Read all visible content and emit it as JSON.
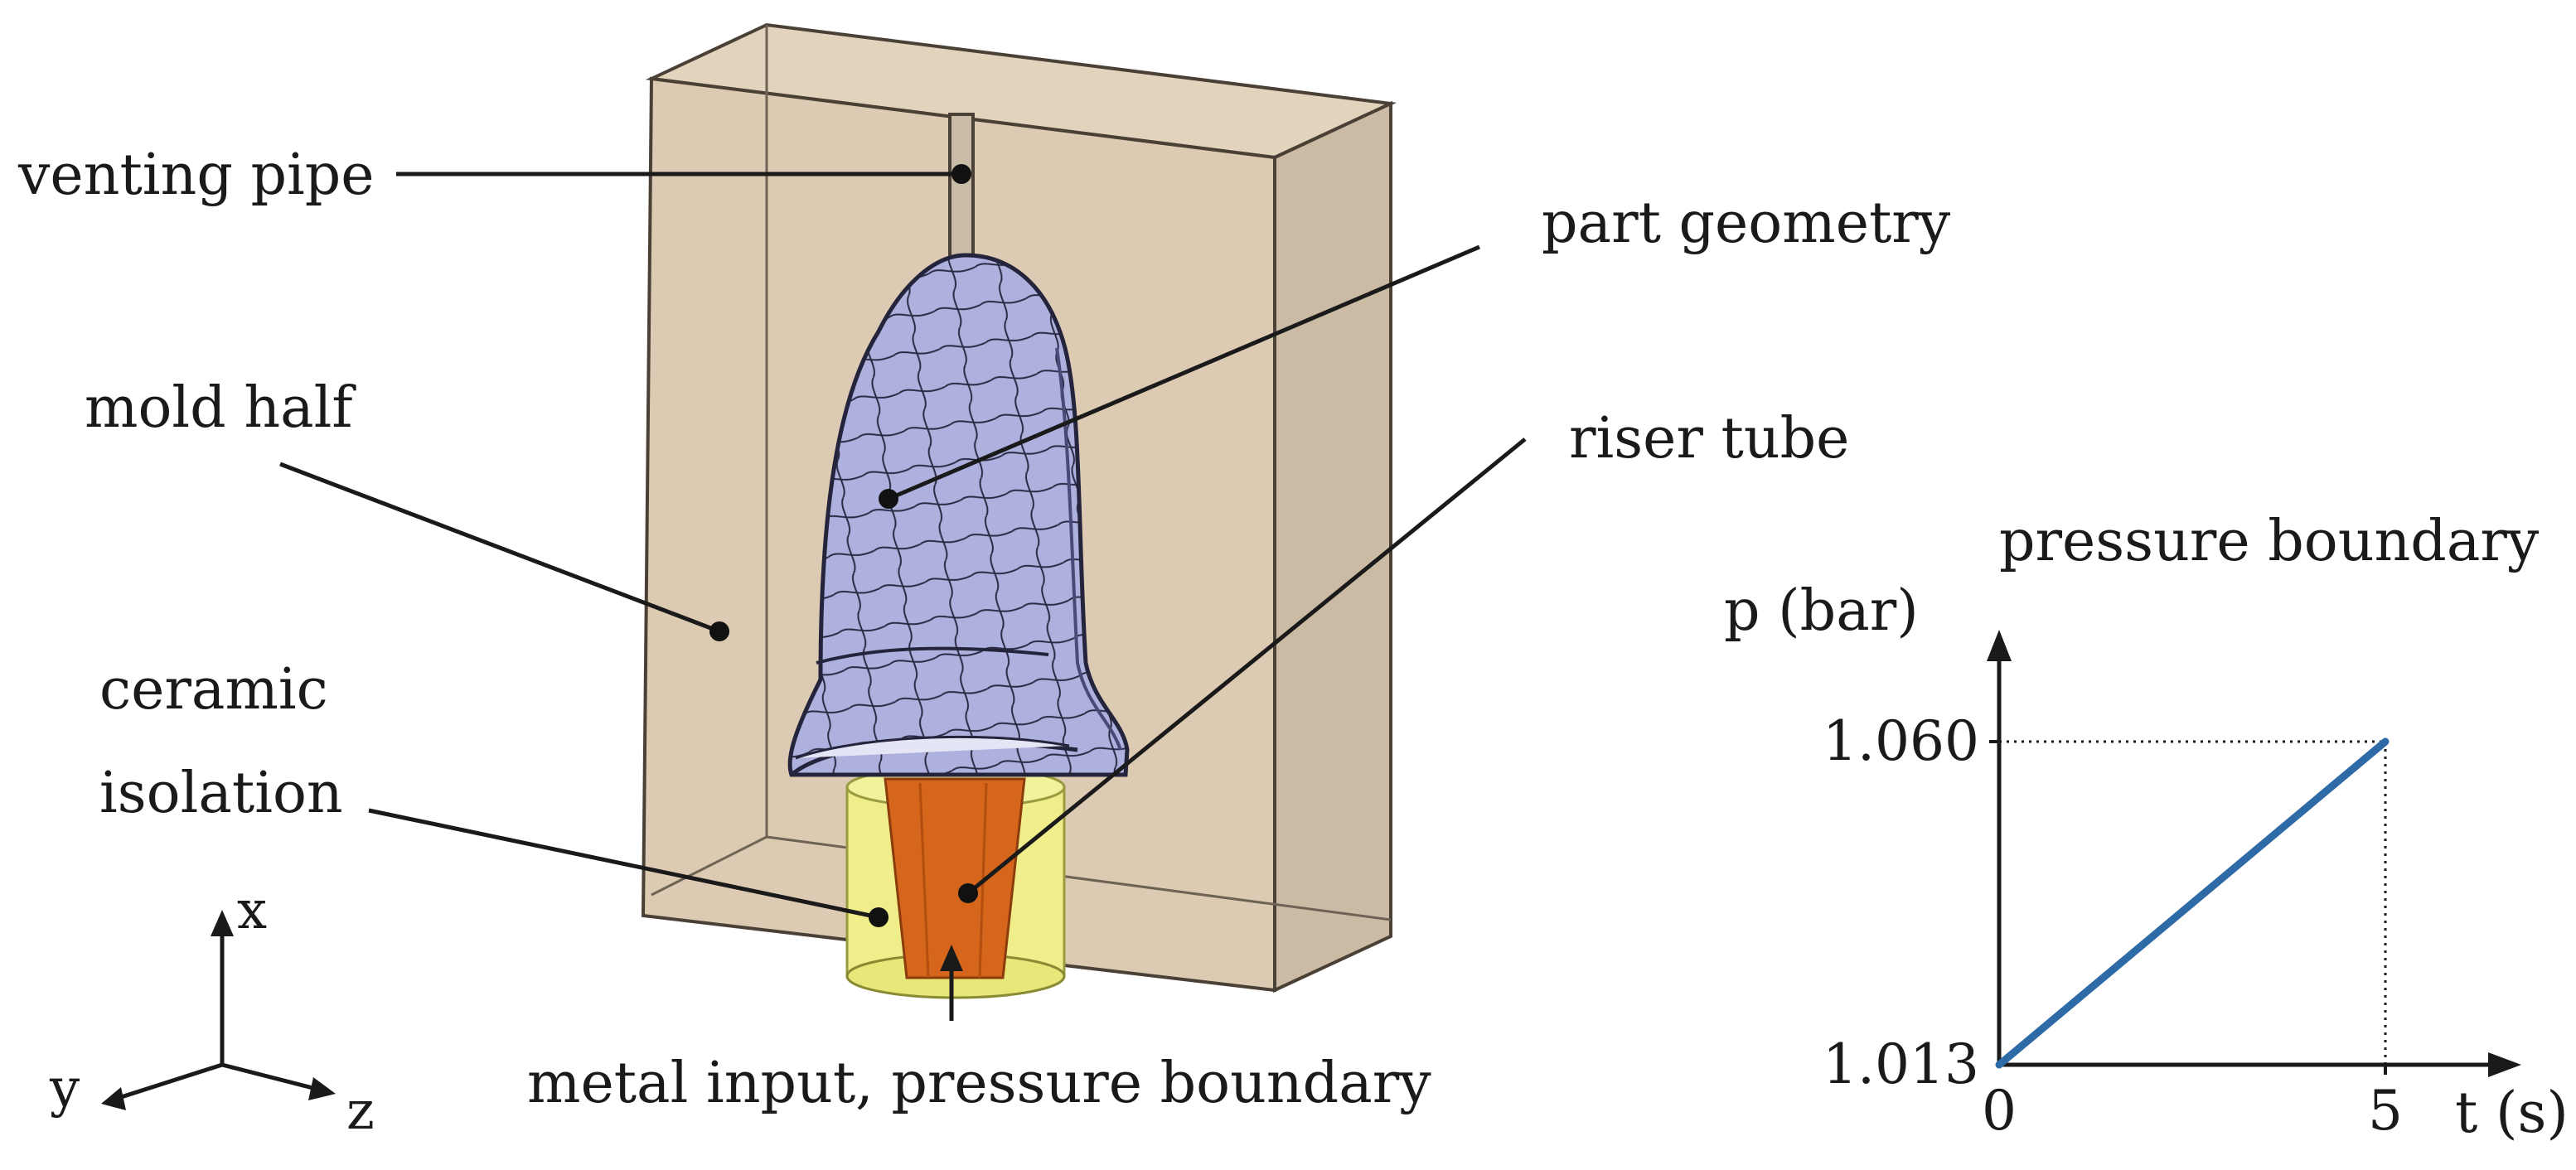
{
  "figure": {
    "labels": {
      "venting_pipe": "venting pipe",
      "part_geometry": "part geometry",
      "mold_half": "mold half",
      "riser_tube": "riser tube",
      "ceramic_line1": "ceramic",
      "ceramic_line2": "isolation",
      "metal_input": "metal input, pressure boundary"
    },
    "axes_triad": {
      "x": "x",
      "y": "y",
      "z": "z"
    },
    "colors": {
      "mold": "#dccab2",
      "mold_side": "#cbbba4",
      "part": "#aeb1dd",
      "part_mesh": "#2a2a44",
      "riser": "#d6661c",
      "ceramic": "#efee8a",
      "line": "#1a1a1a",
      "series": "#2e6aa6"
    }
  },
  "chart_data": {
    "type": "line",
    "title": "pressure boundary",
    "ylabel": "p (bar)",
    "xlabel": "t (s)",
    "xlim": [
      0,
      5
    ],
    "ylim": [
      1.013,
      1.06
    ],
    "x_tick_labels": [
      "0",
      "5"
    ],
    "y_tick_labels": [
      "1.013",
      "1.060"
    ],
    "series": [
      {
        "x": [
          0,
          5
        ],
        "y": [
          1.013,
          1.06
        ]
      }
    ]
  }
}
